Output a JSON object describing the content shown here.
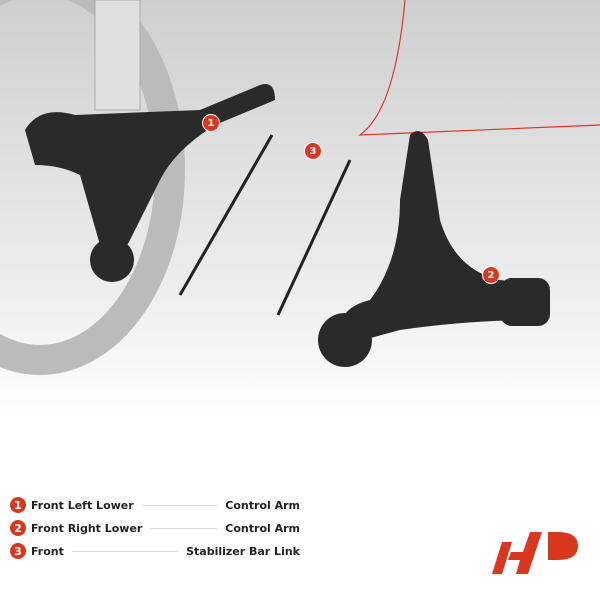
{
  "accent_color": "#d9381e",
  "markers": [
    "1",
    "2",
    "3"
  ],
  "legend": [
    {
      "number": "1",
      "left": "Front Left Lower",
      "right": "Control Arm"
    },
    {
      "number": "2",
      "left": "Front Right Lower",
      "right": "Control Arm"
    },
    {
      "number": "3",
      "left": "Front",
      "right": "Stabilizer Bar Link"
    }
  ],
  "logo": {
    "text": "AP",
    "icon": "a-premium-logo"
  }
}
